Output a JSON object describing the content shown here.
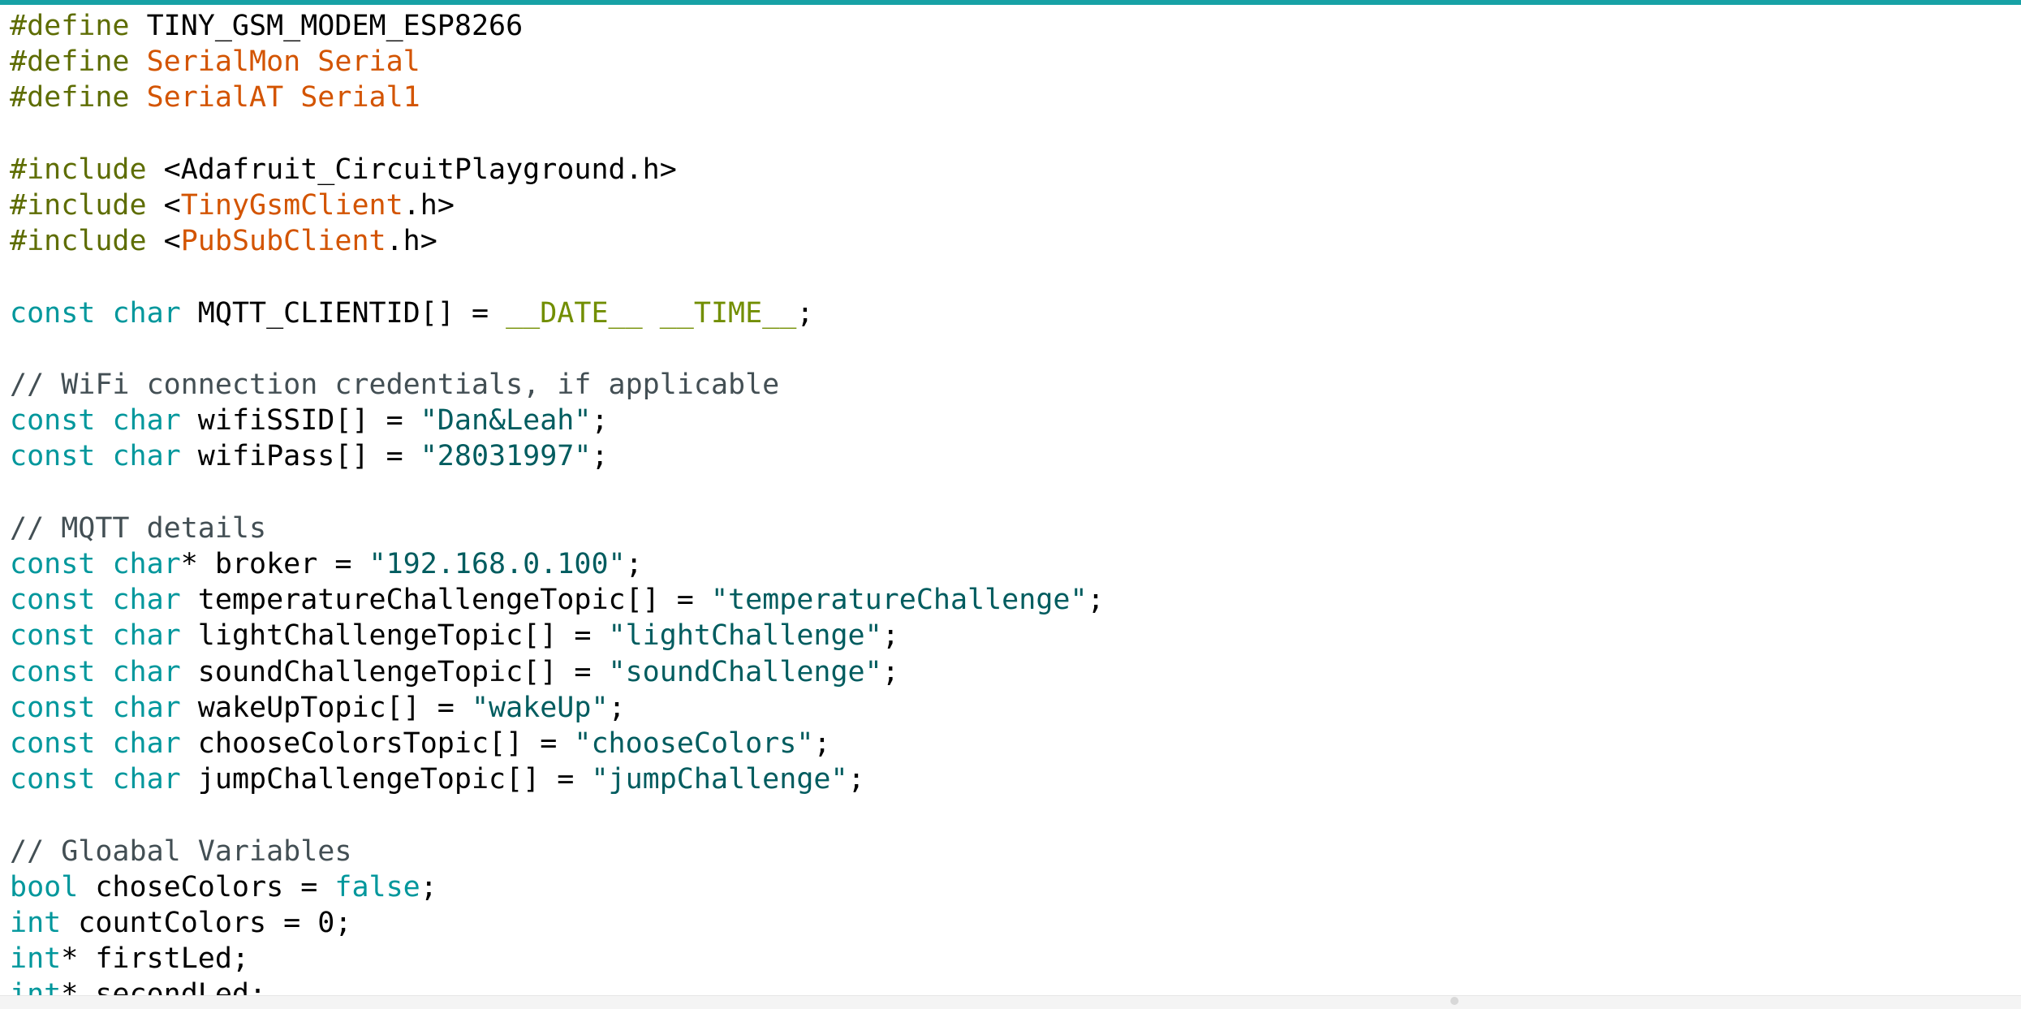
{
  "editor": {
    "lines": [
      {
        "id": 1,
        "tokens": [
          [
            "dir",
            "#define "
          ],
          [
            "plain",
            "TINY_GSM_MODEM_ESP8266"
          ]
        ]
      },
      {
        "id": 2,
        "tokens": [
          [
            "dir",
            "#define "
          ],
          [
            "cls",
            "SerialMon Serial"
          ]
        ]
      },
      {
        "id": 3,
        "tokens": [
          [
            "dir",
            "#define "
          ],
          [
            "cls",
            "SerialAT Serial1"
          ]
        ]
      },
      {
        "id": 4,
        "tokens": []
      },
      {
        "id": 5,
        "tokens": [
          [
            "dir",
            "#include "
          ],
          [
            "plain",
            "<Adafruit_CircuitPlayground.h>"
          ]
        ]
      },
      {
        "id": 6,
        "tokens": [
          [
            "dir",
            "#include "
          ],
          [
            "plain",
            "<"
          ],
          [
            "cls",
            "TinyGsmClient"
          ],
          [
            "plain",
            ".h>"
          ]
        ]
      },
      {
        "id": 7,
        "tokens": [
          [
            "dir",
            "#include "
          ],
          [
            "plain",
            "<"
          ],
          [
            "cls",
            "PubSubClient"
          ],
          [
            "plain",
            ".h>"
          ]
        ]
      },
      {
        "id": 8,
        "tokens": []
      },
      {
        "id": 9,
        "tokens": [
          [
            "kw",
            "const "
          ],
          [
            "kw",
            "char "
          ],
          [
            "plain",
            "MQTT_CLIENTID[] = "
          ],
          [
            "mac",
            "__DATE__ __TIME__"
          ],
          [
            "plain",
            ";"
          ]
        ]
      },
      {
        "id": 10,
        "tokens": []
      },
      {
        "id": 11,
        "tokens": [
          [
            "cmt",
            "// WiFi connection credentials, if applicable"
          ]
        ]
      },
      {
        "id": 12,
        "tokens": [
          [
            "kw",
            "const "
          ],
          [
            "kw",
            "char "
          ],
          [
            "plain",
            "wifiSSID[] = "
          ],
          [
            "str",
            "\"Dan&Leah\""
          ],
          [
            "plain",
            ";"
          ]
        ]
      },
      {
        "id": 13,
        "tokens": [
          [
            "kw",
            "const "
          ],
          [
            "kw",
            "char "
          ],
          [
            "plain",
            "wifiPass[] = "
          ],
          [
            "str",
            "\"28031997\""
          ],
          [
            "plain",
            ";"
          ]
        ]
      },
      {
        "id": 14,
        "tokens": []
      },
      {
        "id": 15,
        "tokens": [
          [
            "cmt",
            "// MQTT details"
          ]
        ]
      },
      {
        "id": 16,
        "tokens": [
          [
            "kw",
            "const "
          ],
          [
            "kw",
            "char"
          ],
          [
            "plain",
            "* broker = "
          ],
          [
            "str",
            "\"192.168.0.100\""
          ],
          [
            "plain",
            ";"
          ]
        ]
      },
      {
        "id": 17,
        "tokens": [
          [
            "kw",
            "const "
          ],
          [
            "kw",
            "char "
          ],
          [
            "plain",
            "temperatureChallengeTopic[] = "
          ],
          [
            "str",
            "\"temperatureChallenge\""
          ],
          [
            "plain",
            ";"
          ]
        ]
      },
      {
        "id": 18,
        "tokens": [
          [
            "kw",
            "const "
          ],
          [
            "kw",
            "char "
          ],
          [
            "plain",
            "lightChallengeTopic[] = "
          ],
          [
            "str",
            "\"lightChallenge\""
          ],
          [
            "plain",
            ";"
          ]
        ]
      },
      {
        "id": 19,
        "tokens": [
          [
            "kw",
            "const "
          ],
          [
            "kw",
            "char "
          ],
          [
            "plain",
            "soundChallengeTopic[] = "
          ],
          [
            "str",
            "\"soundChallenge\""
          ],
          [
            "plain",
            ";"
          ]
        ]
      },
      {
        "id": 20,
        "tokens": [
          [
            "kw",
            "const "
          ],
          [
            "kw",
            "char "
          ],
          [
            "plain",
            "wakeUpTopic[] = "
          ],
          [
            "str",
            "\"wakeUp\""
          ],
          [
            "plain",
            ";"
          ]
        ]
      },
      {
        "id": 21,
        "tokens": [
          [
            "kw",
            "const "
          ],
          [
            "kw",
            "char "
          ],
          [
            "plain",
            "chooseColorsTopic[] = "
          ],
          [
            "str",
            "\"chooseColors\""
          ],
          [
            "plain",
            ";"
          ]
        ]
      },
      {
        "id": 22,
        "tokens": [
          [
            "kw",
            "const "
          ],
          [
            "kw",
            "char "
          ],
          [
            "plain",
            "jumpChallengeTopic[] = "
          ],
          [
            "str",
            "\"jumpChallenge\""
          ],
          [
            "plain",
            ";"
          ]
        ]
      },
      {
        "id": 23,
        "tokens": []
      },
      {
        "id": 24,
        "tokens": [
          [
            "cmt",
            "// Gloabal Variables"
          ]
        ]
      },
      {
        "id": 25,
        "tokens": [
          [
            "kw",
            "bool "
          ],
          [
            "plain",
            "choseColors = "
          ],
          [
            "kw",
            "false"
          ],
          [
            "plain",
            ";"
          ]
        ]
      },
      {
        "id": 26,
        "tokens": [
          [
            "kw",
            "int "
          ],
          [
            "plain",
            "countColors = 0;"
          ]
        ]
      },
      {
        "id": 27,
        "tokens": [
          [
            "kw",
            "int"
          ],
          [
            "plain",
            "* firstLed;"
          ]
        ]
      },
      {
        "id": 28,
        "tokens": [
          [
            "kw",
            "int"
          ],
          [
            "plain",
            "* secondLed;"
          ]
        ]
      }
    ]
  },
  "colors": {
    "accent": "#17a1a5",
    "directive": "#5e6d03",
    "keyword": "#00979c",
    "class_name": "#d35400",
    "string": "#005c5f",
    "comment": "#434f54",
    "macro": "#728e00",
    "text": "#000000",
    "background": "#ffffff"
  }
}
